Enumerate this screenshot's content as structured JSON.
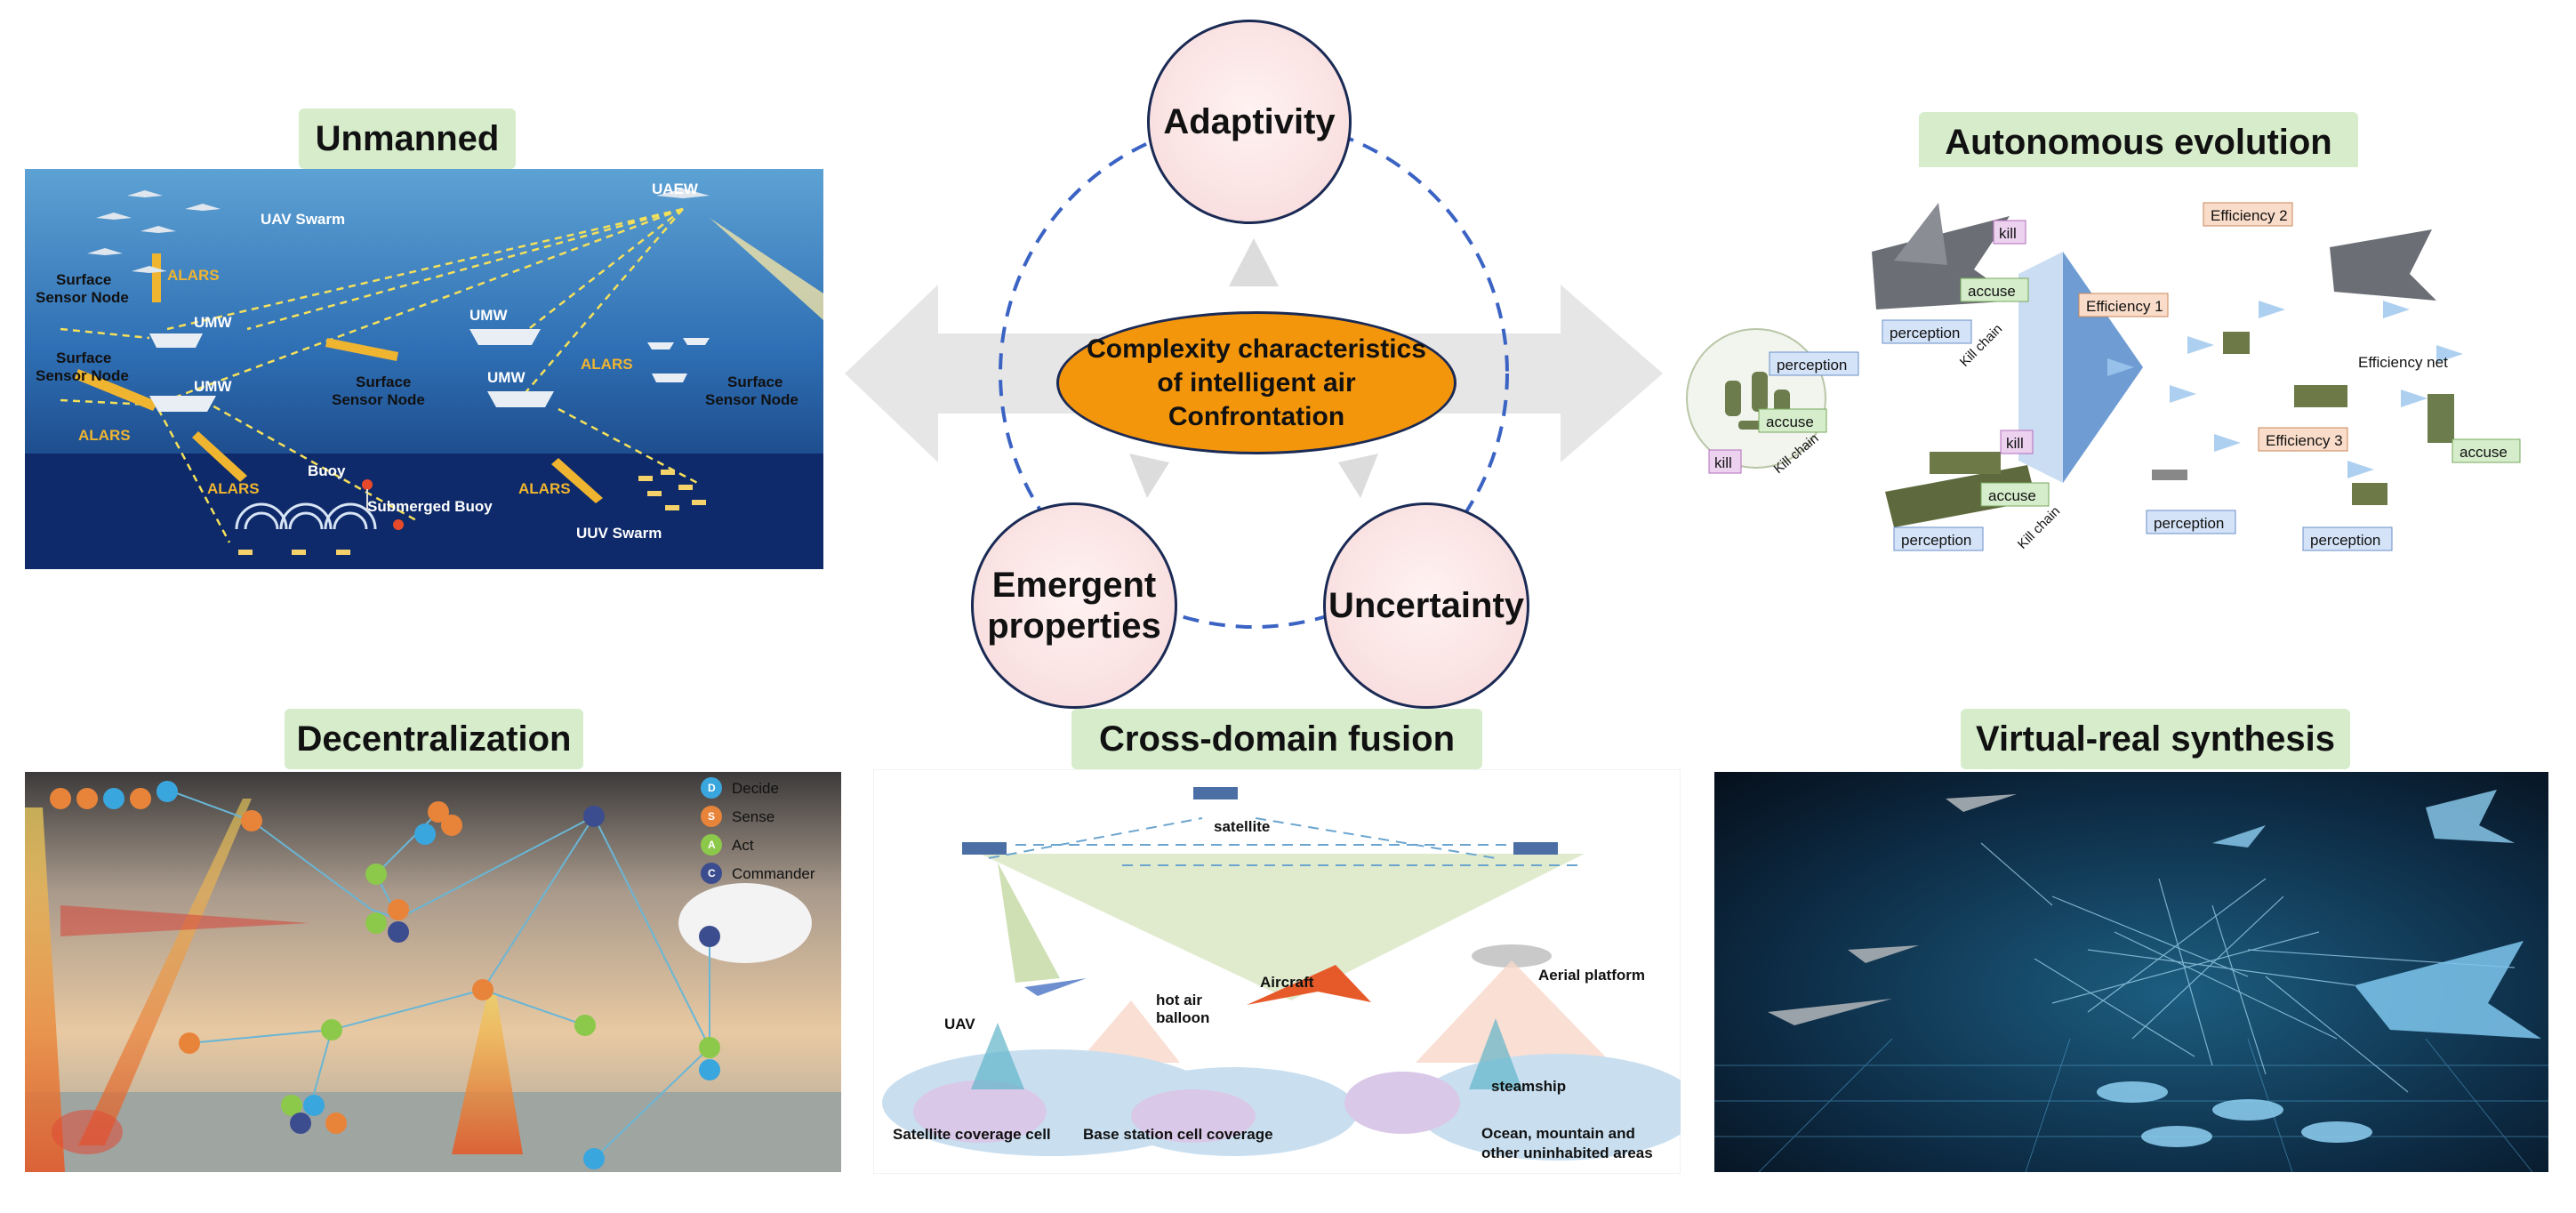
{
  "center": {
    "title_lines": [
      "Complexity characteristics",
      "of intelligent air",
      "Confrontation"
    ],
    "circles": {
      "top": "Adaptivity",
      "left_lines": [
        "Emergent",
        "properties"
      ],
      "right": "Uncertainty"
    }
  },
  "labels": {
    "unmanned": "Unmanned",
    "autonomous": "Autonomous evolution",
    "decentralization": "Decentralization",
    "crossdomain": "Cross-domain fusion",
    "virtualreal": "Virtual-real synthesis"
  },
  "unmanned_panel": {
    "uav_swarm": "UAV Swarm",
    "uaew": "UAEW",
    "alars": "ALARS",
    "surface_sensor_line1": "Surface",
    "sensor_node": "Sensor Node",
    "umw": "UMW",
    "buoy": "Buoy",
    "submerged_buoy": "Submerged Buoy",
    "uuv_swarm": "UUV Swarm"
  },
  "autonomous_panel": {
    "perception": "perception",
    "accuse": "accuse",
    "kill": "kill",
    "kill_chain": "Kill chain",
    "efficiency1": "Efficiency 1",
    "efficiency2": "Efficiency 2",
    "efficiency3": "Efficiency 3",
    "efficiency_net": "Efficiency net"
  },
  "decentral_panel": {
    "legend": [
      {
        "letter": "D",
        "label": "Decide",
        "color": "#3aa6de"
      },
      {
        "letter": "S",
        "label": "Sense",
        "color": "#e8843a"
      },
      {
        "letter": "A",
        "label": "Act",
        "color": "#8cc94a"
      },
      {
        "letter": "C",
        "label": "Commander",
        "color": "#3c4d8f"
      }
    ]
  },
  "crossdomain_panel": {
    "satellite": "satellite",
    "aircraft": "Aircraft",
    "aerial_platform": "Aerial platform",
    "uav": "UAV",
    "hot_air_line1": "hot air",
    "hot_air_line2": "balloon",
    "steamship": "steamship",
    "sat_cell": "Satellite coverage cell",
    "base_cell": "Base station cell coverage",
    "ocean_line1": "Ocean, mountain and",
    "ocean_line2": "other uninhabited areas"
  },
  "colors": {
    "label_bg": "#d6eccb",
    "center_orange": "#f4960c",
    "circle_fill": "#f7d8d8",
    "dashed_blue": "#3b63c4"
  }
}
